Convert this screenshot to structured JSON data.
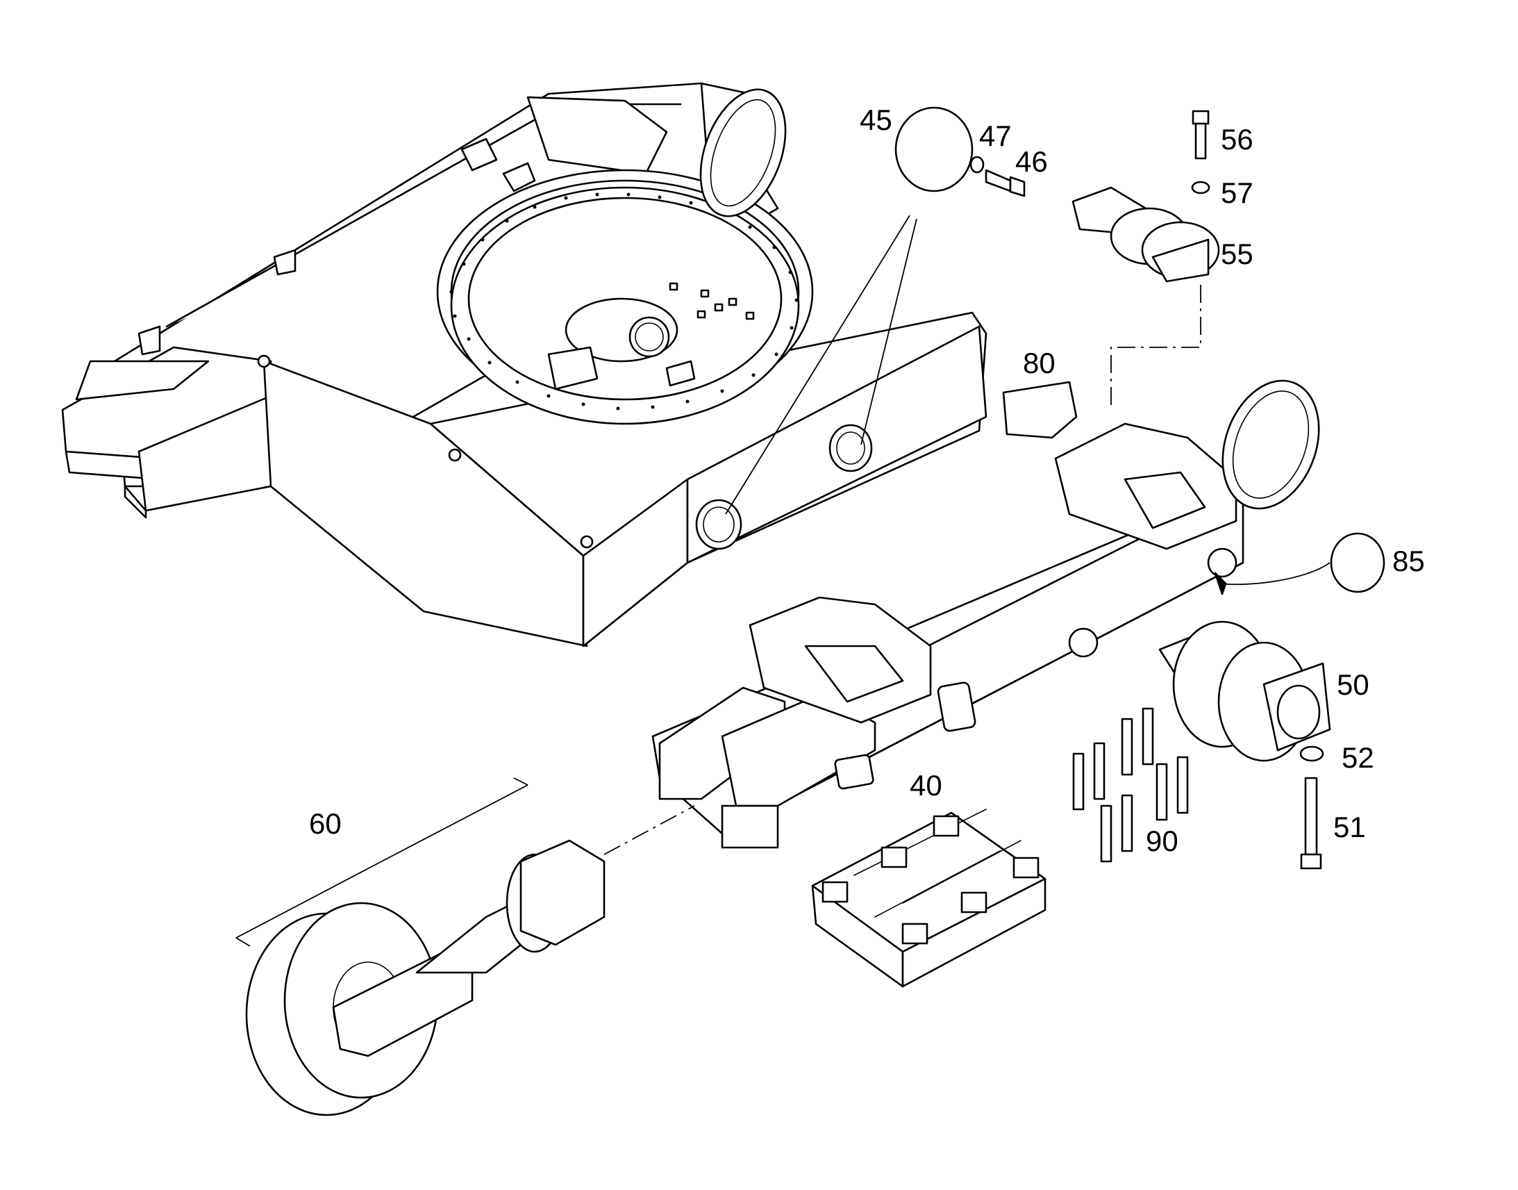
{
  "callouts": {
    "c45": "45",
    "c47": "47",
    "c46": "46",
    "c56": "56",
    "c57": "57",
    "c55": "55",
    "c80": "80",
    "c85": "85",
    "c50": "50",
    "c52": "52",
    "c51": "51",
    "c40": "40",
    "c90": "90",
    "c60": "60"
  }
}
